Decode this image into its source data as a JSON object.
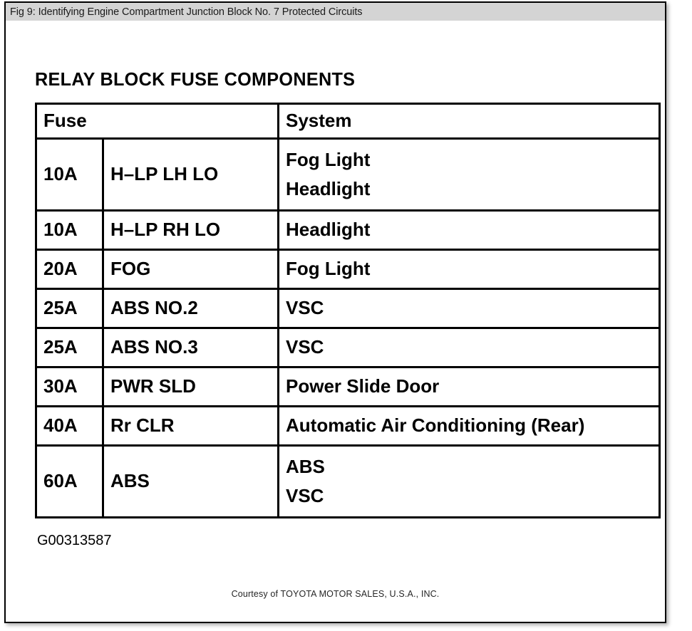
{
  "caption": {
    "text": "Fig 9: Identifying Engine Compartment Junction Block No. 7 Protected Circuits"
  },
  "document": {
    "title": "RELAY BLOCK FUSE COMPONENTS",
    "figure_id": "G00313587",
    "courtesy": "Courtesy of TOYOTA MOTOR SALES, U.S.A., INC."
  },
  "table": {
    "headers": {
      "fuse": "Fuse",
      "system": "System"
    },
    "rows": [
      {
        "amperage": "10A",
        "name": "H–LP LH LO",
        "system_lines": [
          "Fog Light",
          "Headlight"
        ]
      },
      {
        "amperage": "10A",
        "name": "H–LP RH LO",
        "system_lines": [
          "Headlight"
        ]
      },
      {
        "amperage": "20A",
        "name": "FOG",
        "system_lines": [
          "Fog Light"
        ]
      },
      {
        "amperage": "25A",
        "name": "ABS NO.2",
        "system_lines": [
          "VSC"
        ]
      },
      {
        "amperage": "25A",
        "name": "ABS NO.3",
        "system_lines": [
          "VSC"
        ]
      },
      {
        "amperage": "30A",
        "name": "PWR SLD",
        "system_lines": [
          "Power Slide Door"
        ]
      },
      {
        "amperage": "40A",
        "name": "Rr CLR",
        "system_lines": [
          "Automatic Air Conditioning (Rear)"
        ]
      },
      {
        "amperage": "60A",
        "name": "ABS",
        "system_lines": [
          "ABS",
          "VSC"
        ]
      }
    ]
  },
  "colors": {
    "caption_bar": "#d4d4d4",
    "ink": "#000000",
    "page": "#ffffff"
  }
}
